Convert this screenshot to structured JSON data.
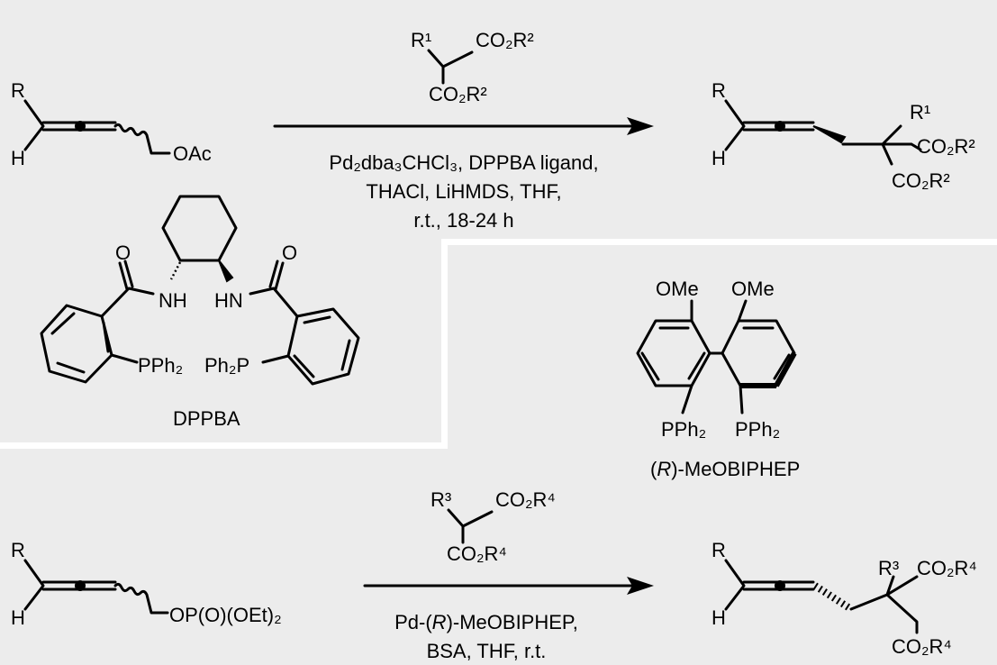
{
  "colors": {
    "background": "#ececec",
    "divider": "#ffffff",
    "ink": "#000000"
  },
  "reaction1": {
    "substrate": {
      "r": "R",
      "h": "H",
      "leaving_group": "OAc"
    },
    "reagent": {
      "r": "R¹",
      "ester_top": "CO₂R²",
      "ester_bottom": "CO₂R²"
    },
    "conditions": [
      "Pd₂dba₃CHCl₃, DPPBA ligand,",
      "THACl, LiHMDS, THF,",
      "r.t., 18-24 h"
    ],
    "product": {
      "r": "R",
      "h": "H",
      "r1": "R¹",
      "ester_top": "CO₂R²",
      "ester_bottom": "CO₂R²"
    }
  },
  "dppba": {
    "o_left": "O",
    "o_right": "O",
    "nh_left": "NH",
    "nh_right": "HN",
    "p_left": "PPh₂",
    "p_right": "Ph₂P",
    "name": "DPPBA"
  },
  "meobiphep": {
    "ome_left": "OMe",
    "ome_right": "OMe",
    "p_left": "PPh₂",
    "p_right": "PPh₂",
    "name_prefix": "(",
    "name_italic": "R",
    "name_suffix": ")-MeOBIPHEP"
  },
  "reaction2": {
    "substrate": {
      "r": "R",
      "h": "H",
      "leaving_group": "OP(O)(OEt)₂"
    },
    "reagent": {
      "r": "R³",
      "ester_top": "CO₂R⁴",
      "ester_bottom": "CO₂R⁴"
    },
    "conditions_line1_prefix": "Pd-(",
    "conditions_line1_italic": "R",
    "conditions_line1_suffix": ")-MeOBIPHEP,",
    "conditions_line2": "BSA, THF, r.t.",
    "product": {
      "r": "R",
      "h": "H",
      "r3": "R³",
      "ester_top": "CO₂R⁴",
      "ester_bottom": "CO₂R⁴"
    }
  }
}
